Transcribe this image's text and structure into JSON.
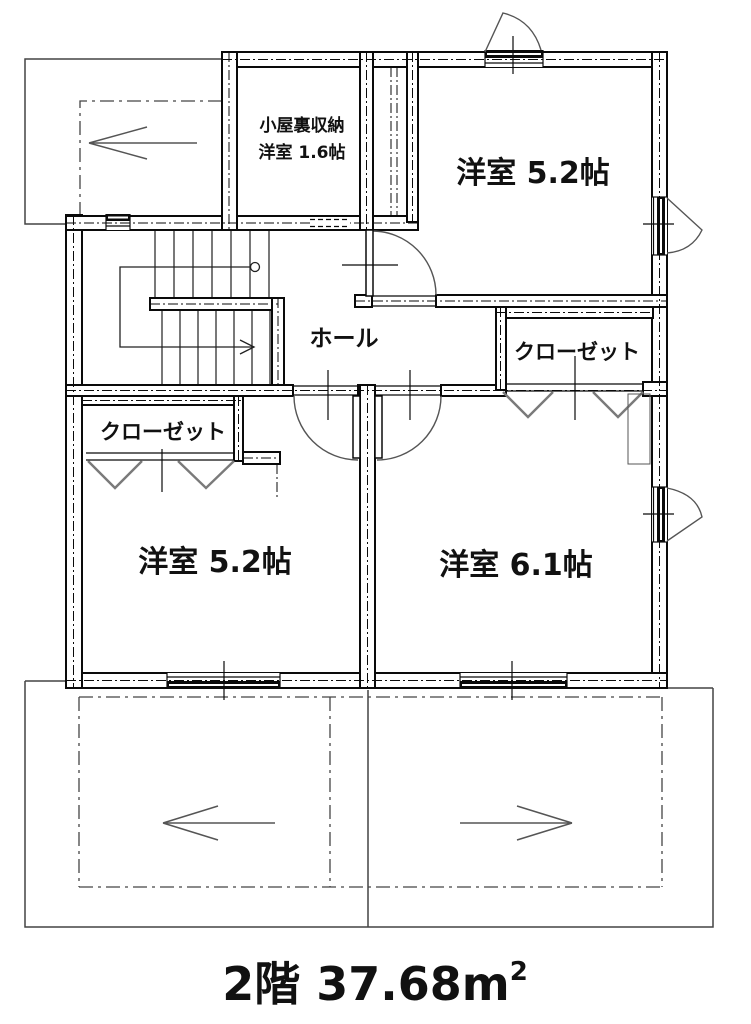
{
  "floor_plan": {
    "labels": {
      "attic_storage_line1": "小屋裏収納",
      "attic_storage_line2": "洋室 1.6帖",
      "bedroom_top_right": "洋室 5.2帖",
      "hall": "ホール",
      "closet_right": "クローゼット",
      "closet_left": "クローゼット",
      "bedroom_bottom_left": "洋室 5.2帖",
      "bedroom_bottom_right": "洋室 6.1帖"
    },
    "title": {
      "prefix": "2階 37.68",
      "unit": "m",
      "exponent": "2"
    },
    "colors": {
      "wall_line": "#0a0a0a",
      "background": "#ffffff",
      "door_swing": "#555555",
      "closet_door": "#7a7a7a",
      "text": "#111111"
    }
  }
}
